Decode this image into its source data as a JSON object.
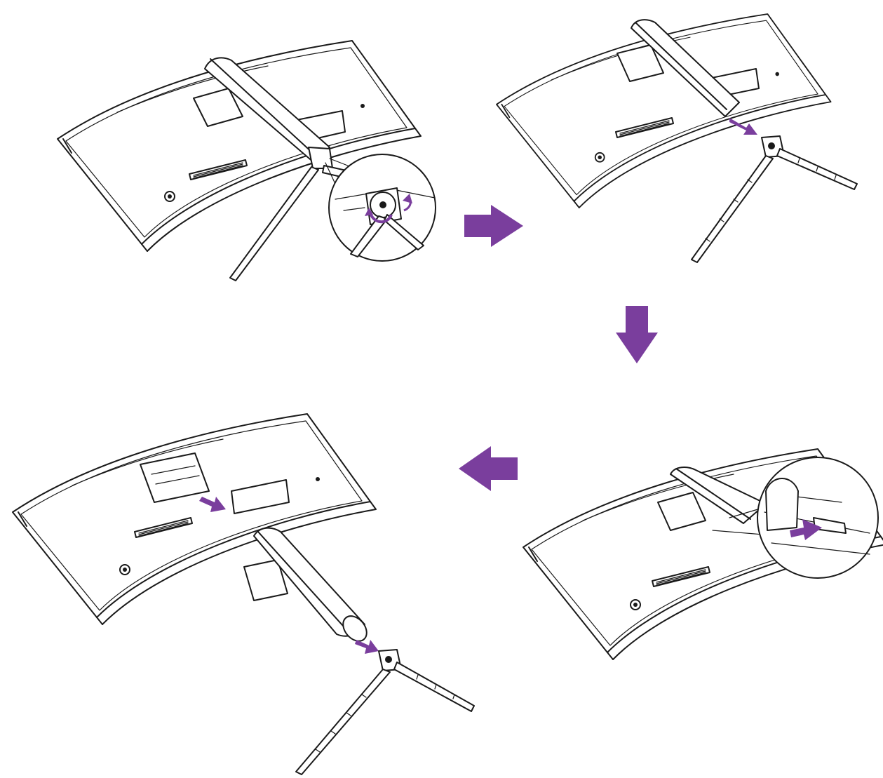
{
  "diagram": {
    "brand_mark": "",
    "steps": [
      {
        "id": 1,
        "scene": "monitor-back-with-stand-attached",
        "callout": "rotate-stand-connector"
      },
      {
        "id": 2,
        "scene": "stand-base-detached-from-column"
      },
      {
        "id": 3,
        "scene": "press-release-button",
        "callout": "slide-release-latch"
      },
      {
        "id": 4,
        "scene": "column-removed-from-monitor"
      }
    ],
    "flow_arrows": [
      {
        "from": 1,
        "to": 2,
        "direction": "right"
      },
      {
        "from": 2,
        "to": 3,
        "direction": "down"
      },
      {
        "from": 3,
        "to": 4,
        "direction": "left"
      }
    ],
    "colors": {
      "line": "#1a1a1a",
      "accent": "#7a3e9d",
      "background": "#ffffff"
    }
  }
}
